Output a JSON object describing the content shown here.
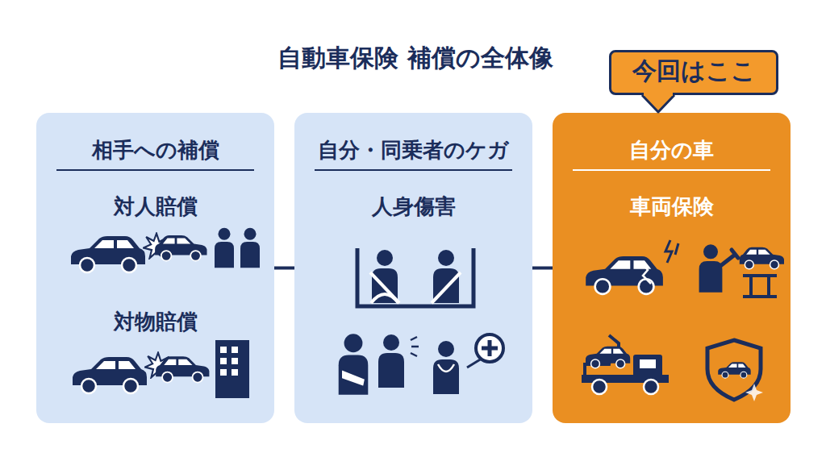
{
  "diagram": {
    "title": "自動車保険 補償の全体像",
    "nodes": [
      {
        "text": [
          "相手への補償",
          "対人賠償",
          "対物賠償"
        ]
      },
      {
        "text": [
          "自分・同乗者のケガ",
          "人身傷害"
        ]
      },
      {
        "text": [
          "自分の車",
          "車両保険"
        ]
      },
      {
        "text": [
          "今回はここ"
        ]
      }
    ],
    "edges": [
      {
        "from": 0,
        "to": 1,
        "arrow": "none"
      },
      {
        "from": 1,
        "to": 2,
        "arrow": "none"
      }
    ]
  }
}
